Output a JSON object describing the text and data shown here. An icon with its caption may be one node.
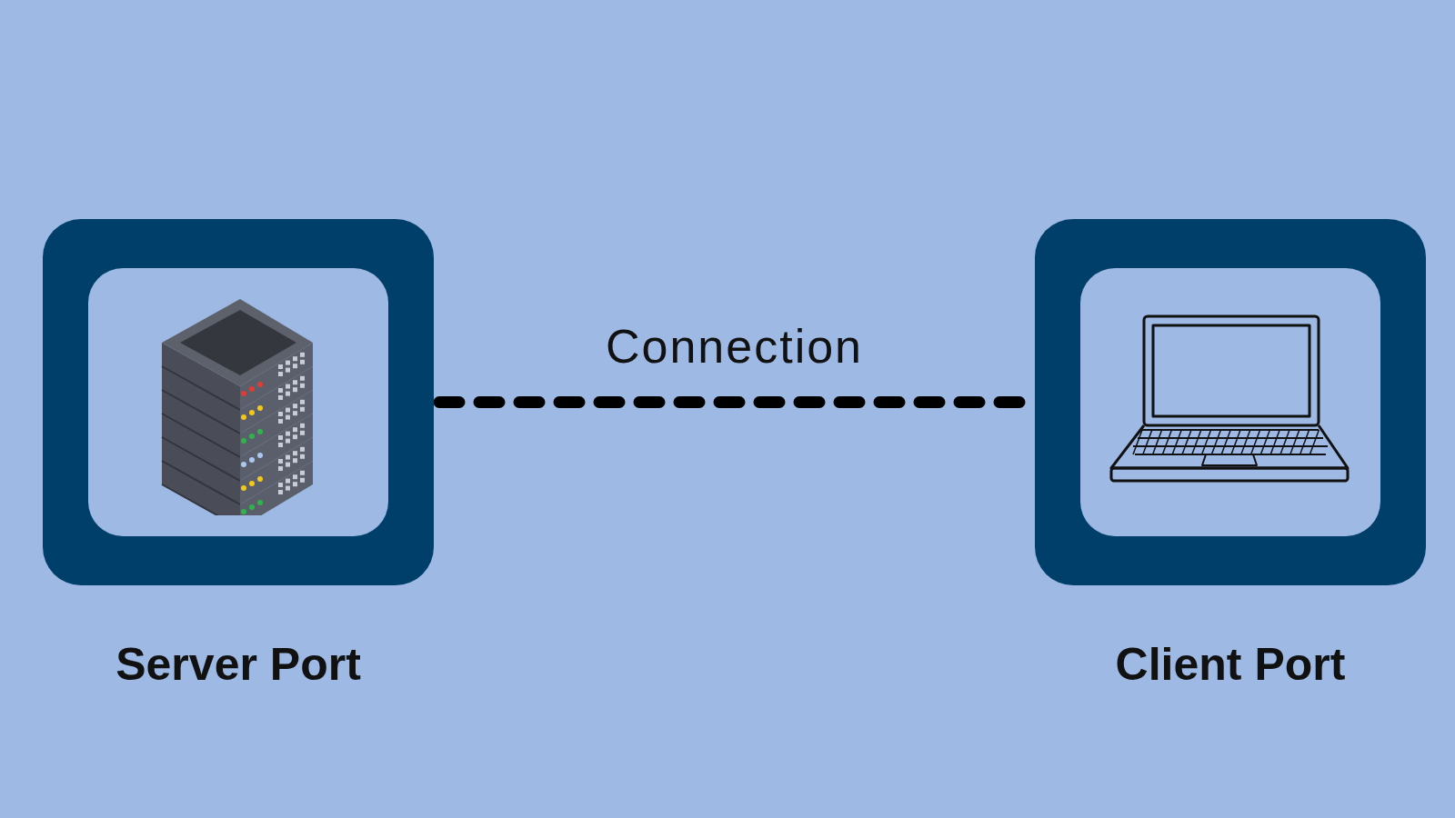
{
  "diagram": {
    "nodes": [
      {
        "text": [
          "Server Port"
        ]
      },
      {
        "text": [
          "Client Port"
        ]
      }
    ],
    "edges": [
      {
        "from": 0,
        "to": 1,
        "arrow": "none",
        "label": "Connection",
        "style": "dashed"
      }
    ]
  }
}
